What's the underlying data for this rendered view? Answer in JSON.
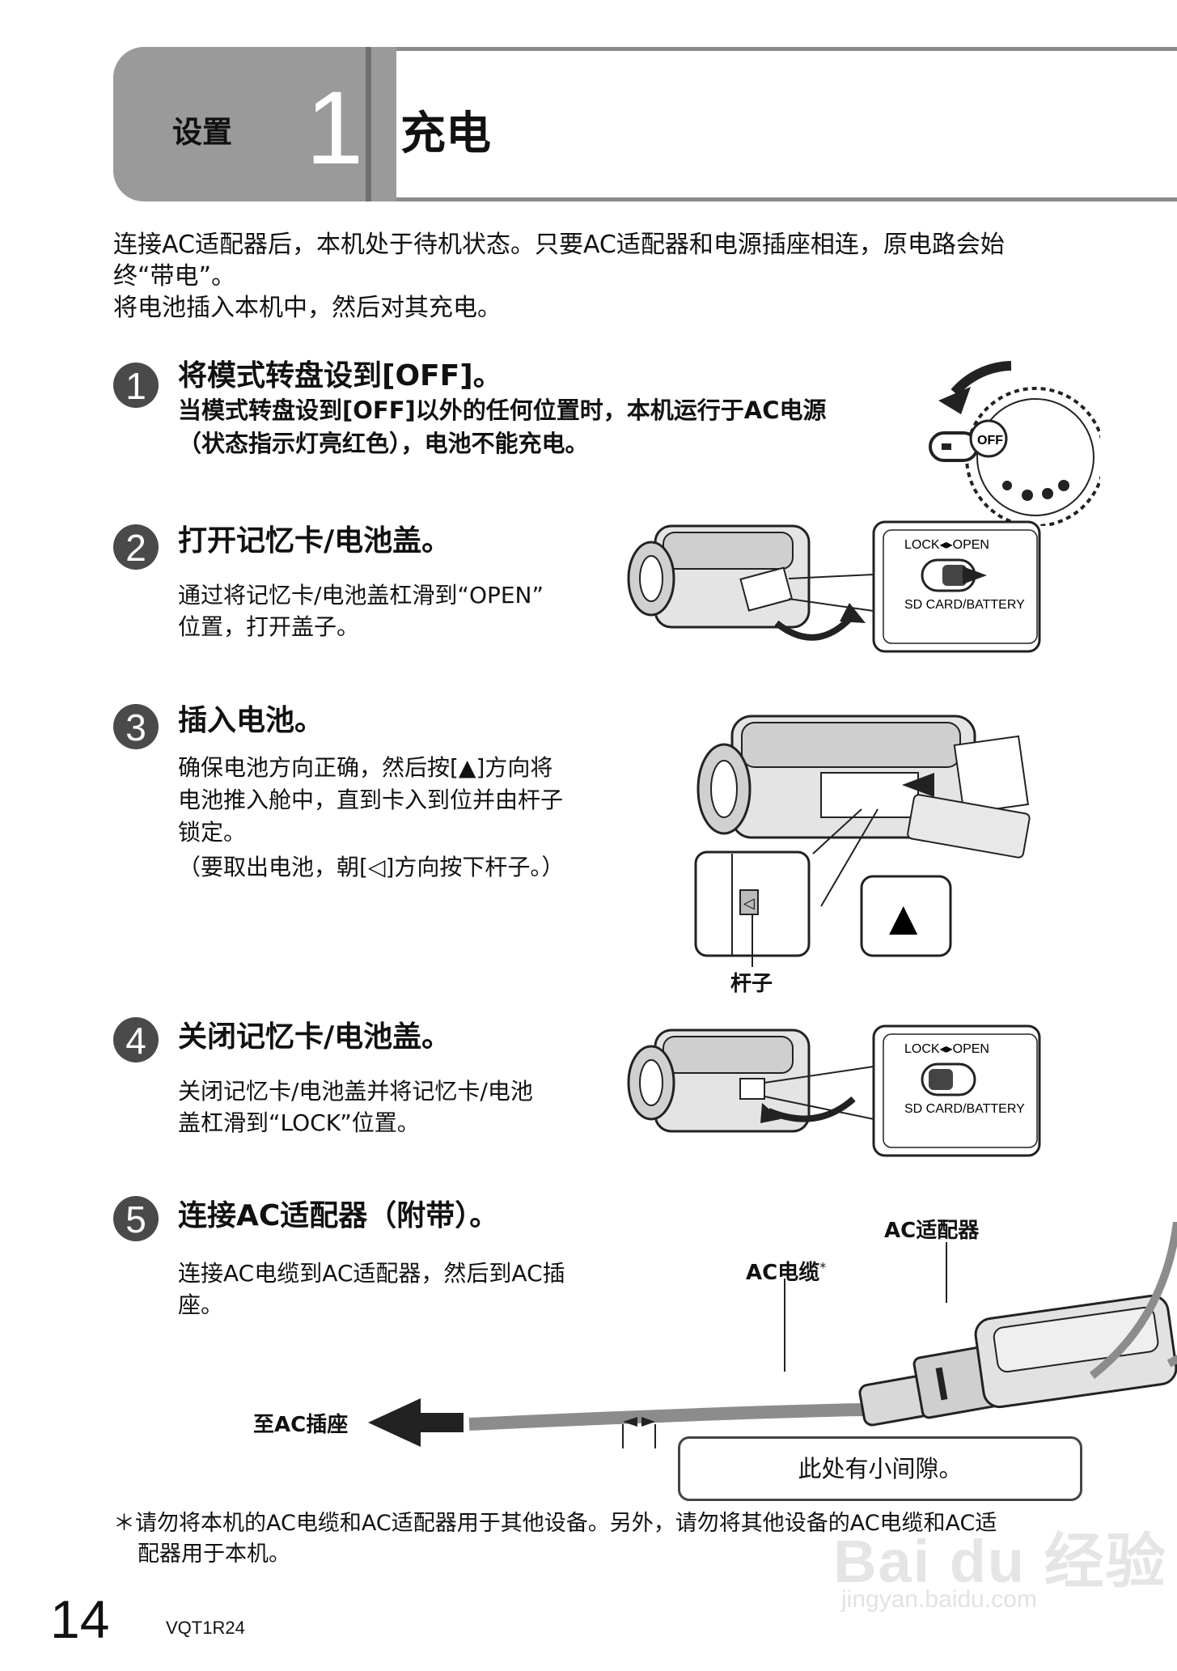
{
  "header": {
    "section": "设置",
    "number": "1",
    "title": "充电"
  },
  "intro": {
    "line1": "连接AC适配器后，本机处于待机状态。只要AC适配器和电源插座相连，原电路会始",
    "line2": "终“带电”。",
    "line3": "将电池插入本机中，然后对其充电。"
  },
  "steps": [
    {
      "n": "1",
      "title": "将模式转盘设到[OFF]。",
      "body1": "当模式转盘设到[OFF]以外的任何位置时，本机运行于AC电源",
      "body2": "（状态指示灯亮红色），电池不能充电。",
      "dial_label": "OFF"
    },
    {
      "n": "2",
      "title": "打开记忆卡/电池盖。",
      "body1": "通过将记忆卡/电池盖杠滑到“OPEN”",
      "body2": "位置，打开盖子。",
      "switch_top": "LOCK◂▸OPEN",
      "switch_bottom": "SD CARD/BATTERY"
    },
    {
      "n": "3",
      "title": "插入电池。",
      "body1": "确保电池方向正确，然后按[▲]方向将",
      "body2": "电池推入舱中，直到卡入到位并由杆子",
      "body3": "锁定。",
      "body4": "（要取出电池，朝[◁]方向按下杆子。）",
      "lever_label": "杆子",
      "arrow_symbol": "▲",
      "tri_symbol": "◁"
    },
    {
      "n": "4",
      "title": "关闭记忆卡/电池盖。",
      "body1": "关闭记忆卡/电池盖并将记忆卡/电池",
      "body2": "盖杠滑到“LOCK”位置。",
      "switch_top": "LOCK◂▸OPEN",
      "switch_bottom": "SD CARD/BATTERY"
    },
    {
      "n": "5",
      "title": "连接AC适配器（附带）。",
      "body1": "连接AC电缆到AC适配器，然后到AC插",
      "body2": "座。",
      "adapter_label": "AC适配器",
      "cable_label": "AC电缆",
      "cable_mark": "*",
      "outlet_label": "至AC插座",
      "gap_note": "此处有小间隙。"
    }
  ],
  "footnote": {
    "mark": "＊",
    "line1": "请勿将本机的AC电缆和AC适配器用于其他设备。另外，请勿将其他设备的AC电缆和AC适",
    "line2": "配器用于本机。"
  },
  "footer": {
    "page": "14",
    "code": "VQT1R24"
  },
  "watermark": {
    "main": "Bai du 经验",
    "sub": "jingyan.baidu.com"
  }
}
